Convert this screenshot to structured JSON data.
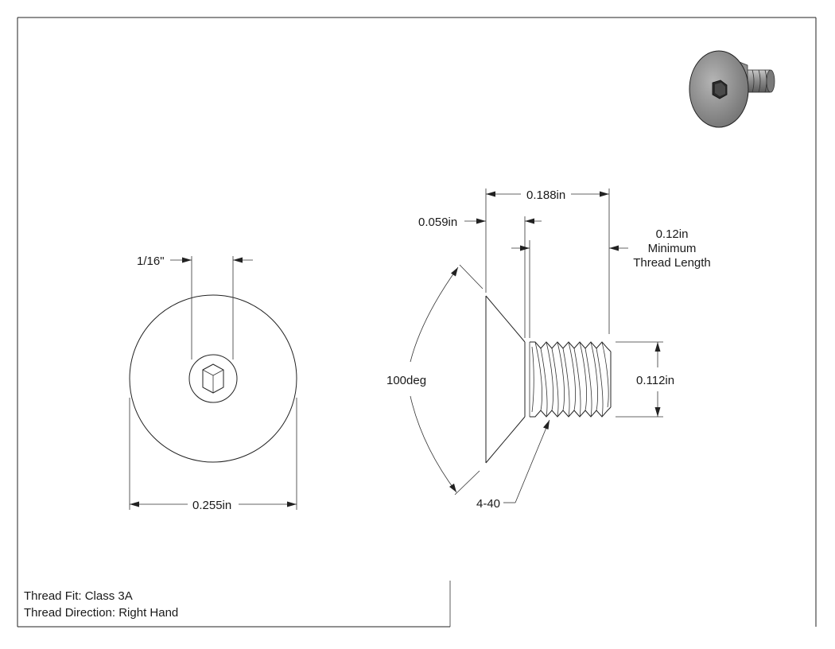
{
  "dimensions": {
    "hex_size": "1/16\"",
    "head_diameter": "0.255in",
    "overall_length": "0.188in",
    "head_height": "0.059in",
    "thread_length_value": "0.12in",
    "thread_length_line1": "Minimum",
    "thread_length_line2": "Thread Length",
    "head_angle": "100deg",
    "major_diameter": "0.112in",
    "thread_callout": "4-40"
  },
  "notes": {
    "thread_fit": "Thread Fit: Class 3A",
    "thread_direction": "Thread Direction: Right Hand"
  },
  "colors": {
    "line": "#222222",
    "thumbnail_body": "#8a8a8a",
    "background": "#ffffff"
  }
}
